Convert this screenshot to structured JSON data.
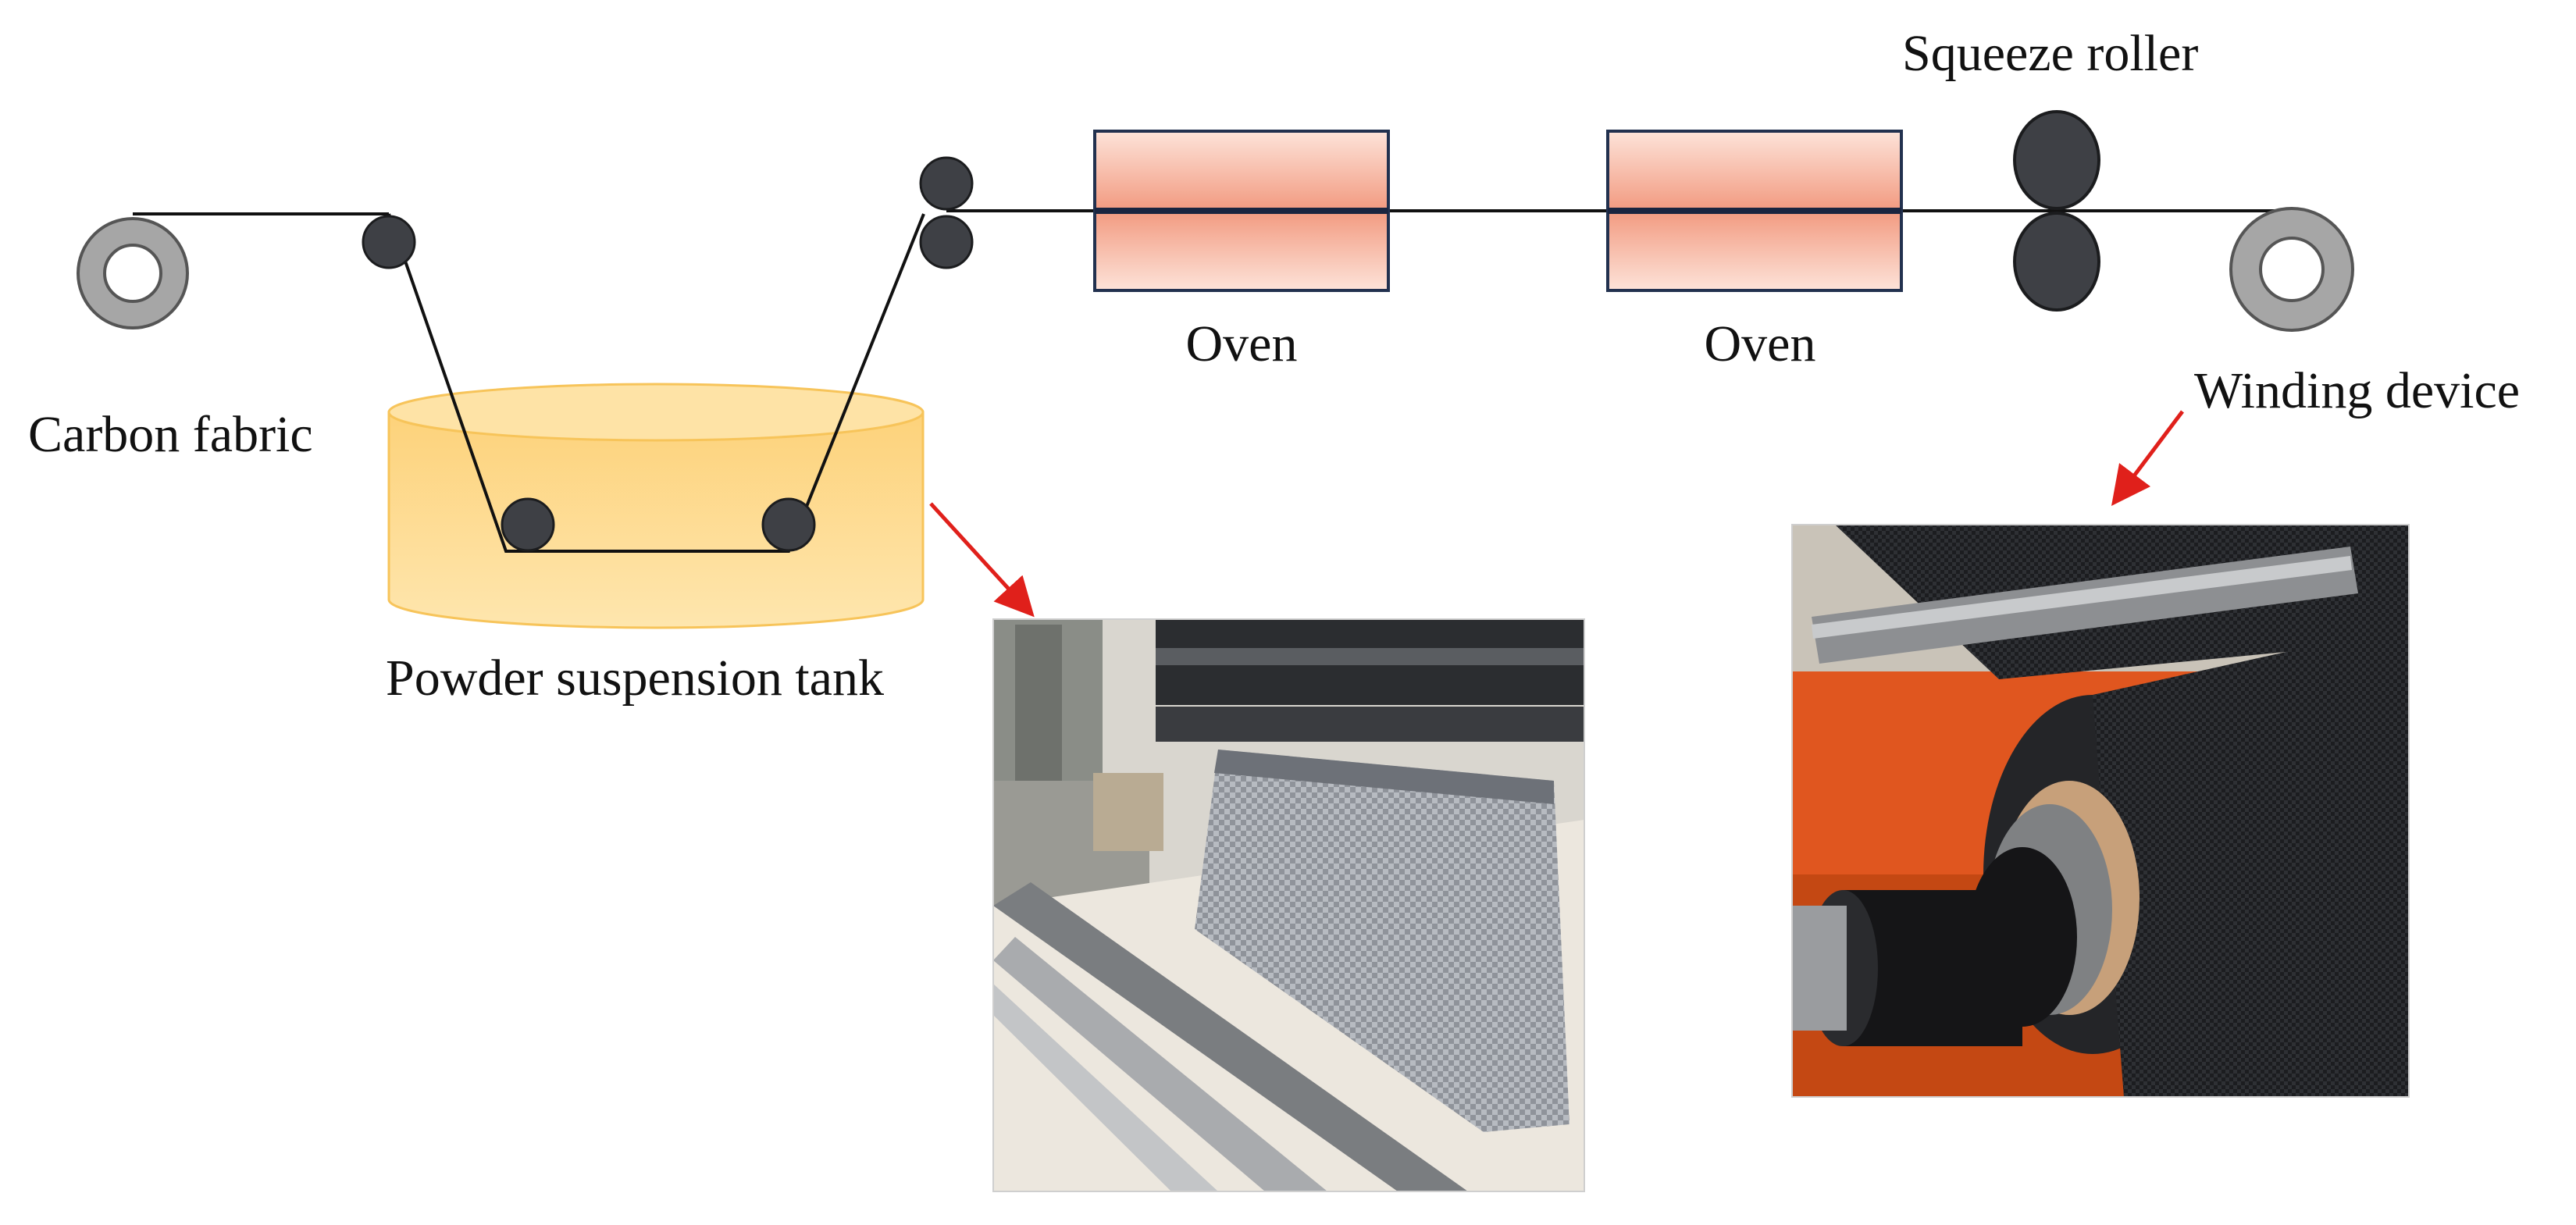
{
  "labels": {
    "carbon_fabric": "Carbon fabric",
    "powder_tank": "Powder suspension tank",
    "oven_1": "Oven",
    "oven_2": "Oven",
    "squeeze_roller": "Squeeze roller",
    "winding_device": "Winding device"
  },
  "colors": {
    "tank_fill": "#fdd98a",
    "tank_top": "#fde5b0",
    "oven_light": "#fde0d6",
    "oven_dark": "#f4a28a",
    "roller": "#3e4045",
    "spool_ring": "#a6a6a6",
    "arrow": "#e0201b",
    "fabric_line": "#111111"
  },
  "photos": [
    {
      "name": "photo-tank-rollers",
      "description_icon": "carbon-fabric-through-rollers-photo"
    },
    {
      "name": "photo-winding",
      "description_icon": "winding-roll-photo"
    }
  ]
}
